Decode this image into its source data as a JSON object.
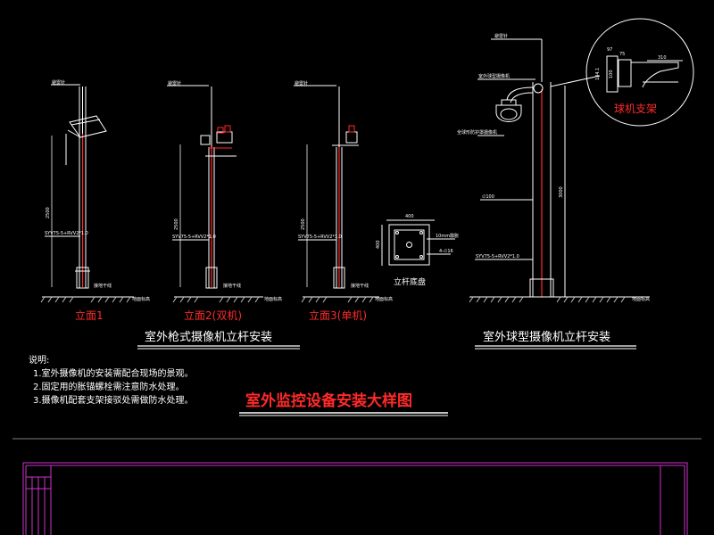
{
  "elevations": {
    "e1": "立面1",
    "e2": "立面2(双机)",
    "e3": "立面3(单机)"
  },
  "small_labels": {
    "lightning_rod": "避雷针",
    "dome_camera": "室外球型摄像机",
    "dome_bracket": "室外球型摄像机支架",
    "camera_box": "全球形防护罩摄像机",
    "pole_dia": "∅100",
    "pole_spec": "SYV75-5+RVV2*1.0",
    "ground_ref": "地面标高",
    "ground_line": "接地干线",
    "height_2500": "2500",
    "height_3000": "3000",
    "base_plate": "立杆底盘",
    "base_w": "400",
    "base_h": "400",
    "anchor_bolt": "10mm膨胀",
    "plate_hole": "4-∅16",
    "arm_310": "310",
    "size_97": "97",
    "size_75": "75",
    "size_184": "184.1",
    "size_100": "100"
  },
  "ball_bracket_label": "球机支架",
  "section_titles": {
    "gun_camera": "室外枪式摄像机立杆安装",
    "dome_camera": "室外球型摄像机立杆安装"
  },
  "notes": {
    "heading": "说明:",
    "items": [
      "1.室外摄像机的安装需配合现场的景观。",
      "2.固定用的胀锚螺栓需注意防水处理。",
      "3.摄像机配套支架接驳处需做防水处理。"
    ]
  },
  "main_title": "室外监控设备安装大样图",
  "colors": {
    "background": "#000000",
    "line": "#ffffff",
    "accent_red": "#ff2a2a",
    "frame": "#cc33cc"
  }
}
